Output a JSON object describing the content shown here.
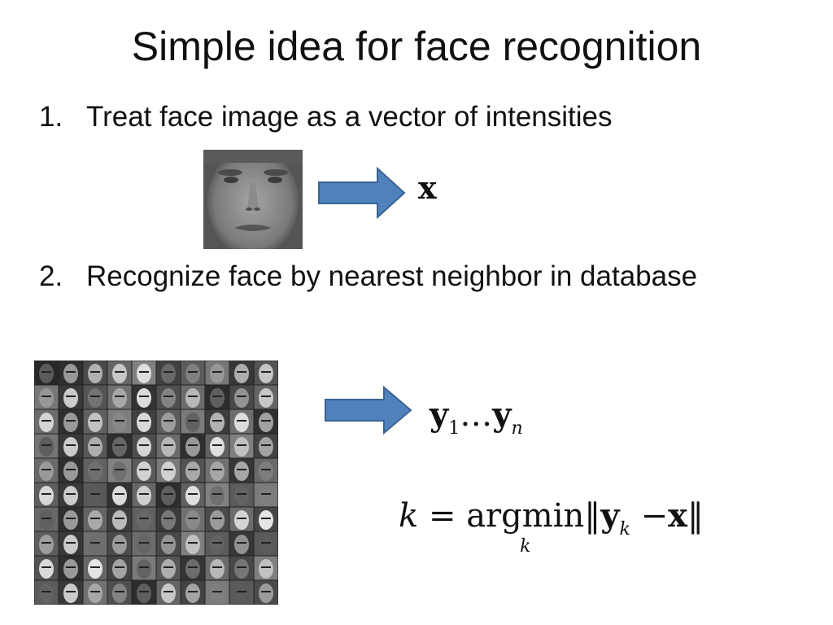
{
  "slide": {
    "title": "Simple idea for face recognition",
    "items": [
      {
        "number": "1.",
        "text": "Treat face image as a vector of intensities"
      },
      {
        "number": "2.",
        "text": "Recognize face by nearest neighbor in database"
      }
    ],
    "vector_symbol": "x",
    "db_vector": {
      "y1": "y",
      "sub1": "1",
      "dots": "…",
      "yn": "y",
      "subn": "n"
    },
    "formula": {
      "k": "k",
      "eq": "=",
      "op": "argmin",
      "under": "k",
      "norm_l": "‖",
      "y": "y",
      "sub": "k",
      "minus": "−",
      "x": "x",
      "norm_r": "‖"
    },
    "colors": {
      "arrow_fill": "#4f81bd",
      "arrow_stroke": "#3a6391"
    },
    "icons": [
      "arrow-right-icon"
    ]
  }
}
